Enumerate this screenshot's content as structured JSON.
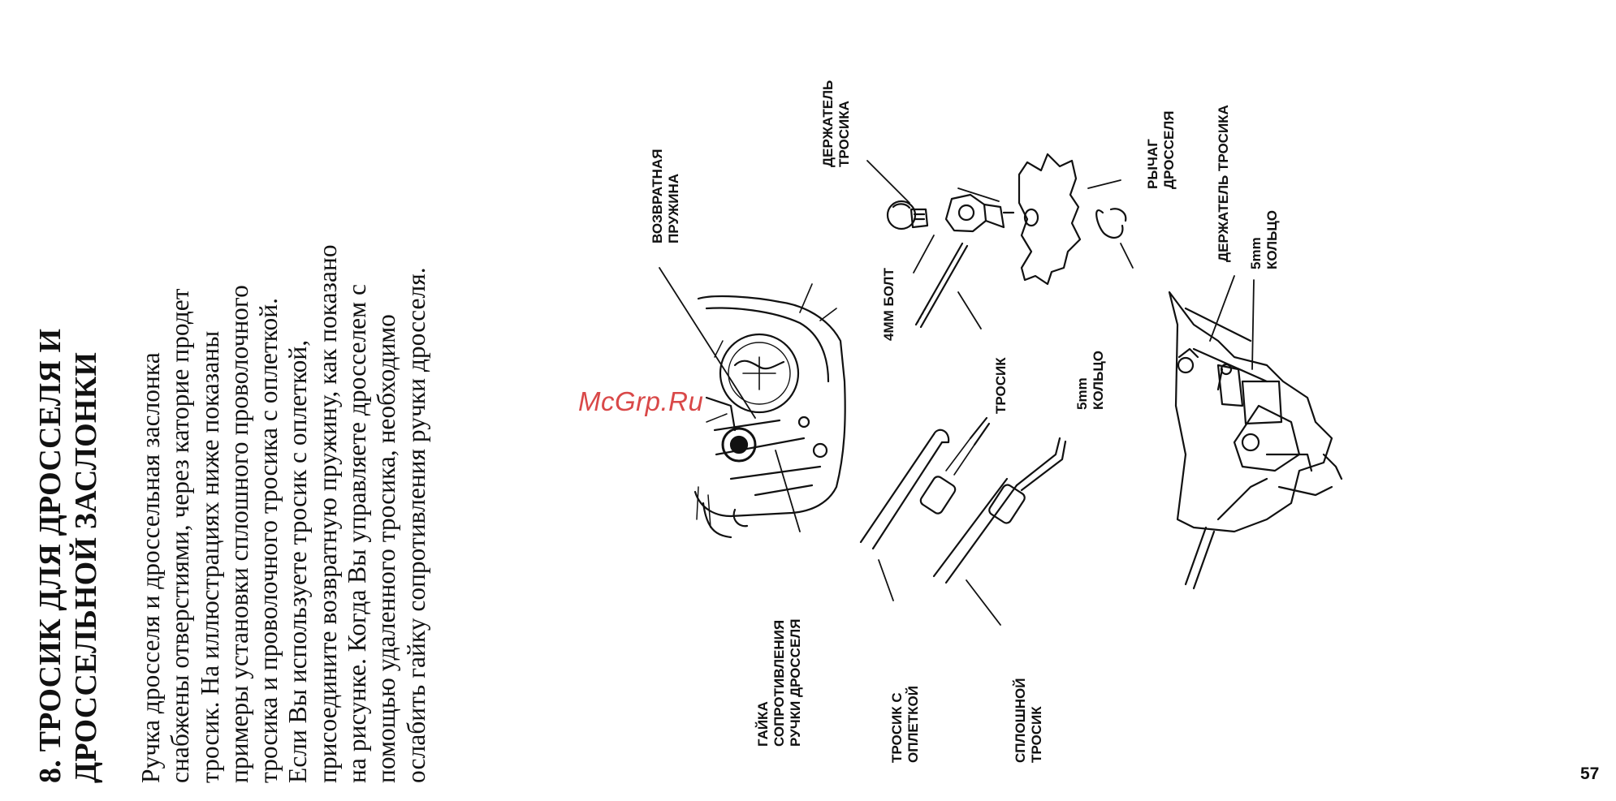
{
  "heading": {
    "line1": "8. ТРОСИК ДЛЯ ДРОССЕЛЯ И",
    "line2": "ДРОССЕЛЬНОЙ ЗАСЛОНКИ"
  },
  "body_lines": [
    "Ручка дросселя и дроссельная заслонка",
    "снабжены отверстиями, через каторие продет",
    "тросик. На иллюстрациях ниже показаны",
    "примеры установки сплошного проволочного",
    "тросика и проволочного тросика с оплеткой.",
    "Если Вы используете тросик с оплеткой,",
    "присоедините возвратную пружину, как показано",
    "на рисунке. Когда Вы управляете дросселем с",
    "помощью удаленного тросика, необходимо",
    "ослабить гайку сопротивления ручки дросселя."
  ],
  "labels": {
    "return_spring": [
      "ВОЗВРАТНАЯ",
      "ПРУЖИНА"
    ],
    "cable_holder_top": [
      "ДЕРЖАТЕЛЬ",
      "ТРОСИКА"
    ],
    "throttle_lever": [
      "РЫЧАГ",
      "ДРОССЕЛЯ"
    ],
    "cable_holder_right": [
      "ДЕРЖАТЕЛЬ ТРОСИКА"
    ],
    "ring_5mm_right": [
      "5mm",
      "КОЛЬЦО"
    ],
    "bolt_4mm": [
      "4MM БОЛТ"
    ],
    "cable": [
      "ТРОСИК"
    ],
    "ring_5mm_center": [
      "5mm",
      "КОЛЬЦО"
    ],
    "friction_nut": [
      "ГАЙКА",
      "СОПРОТИВЛЕНИЯ",
      "РУЧКИ ДРОССЕЛЯ"
    ],
    "braided_cable": [
      "ТРОСИК С",
      "ОПЛЕТКОЙ"
    ],
    "solid_cable": [
      "СПЛОШНОЙ",
      "ТРОСИК"
    ]
  },
  "watermark": "McGrp.Ru",
  "page_number": "57"
}
